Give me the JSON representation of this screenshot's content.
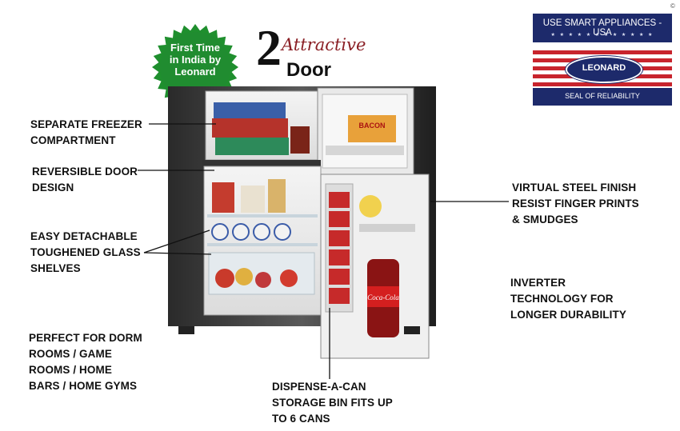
{
  "badge": {
    "text": "First Time\nin India by\nLeonard",
    "color": "#1f8f2e"
  },
  "title": {
    "number": "2",
    "script": "Attractive",
    "word": "Door"
  },
  "seal": {
    "top": "USE SMART APPLIANCES - USA",
    "brand": "LEONARD",
    "bottom": "SEAL OF RELIABILITY",
    "navy": "#1d2a6b",
    "red": "#c8242d"
  },
  "copyright_mark": "©",
  "product_labels": {
    "bacon": "BACON",
    "cola": "Coca-Cola"
  },
  "callouts": {
    "freezer": "SEPARATE FREEZER\nCOMPARTMENT",
    "reversible": "REVERSIBLE DOOR\nDESIGN",
    "shelves": "EASY DETACHABLE\nTOUGHENED GLASS\nSHELVES",
    "dorm": "PERFECT FOR DORM\nROOMS / GAME\nROOMS / HOME\nBARS / HOME GYMS",
    "steel": "VIRTUAL STEEL FINISH\nRESIST FINGER PRINTS\n& SMUDGES",
    "inverter": "INVERTER\nTECHNOLOGY FOR\nLONGER DURABILITY",
    "can": "DISPENSE-A-CAN\nSTORAGE BIN FITS UP\nTO 6 CANS"
  }
}
